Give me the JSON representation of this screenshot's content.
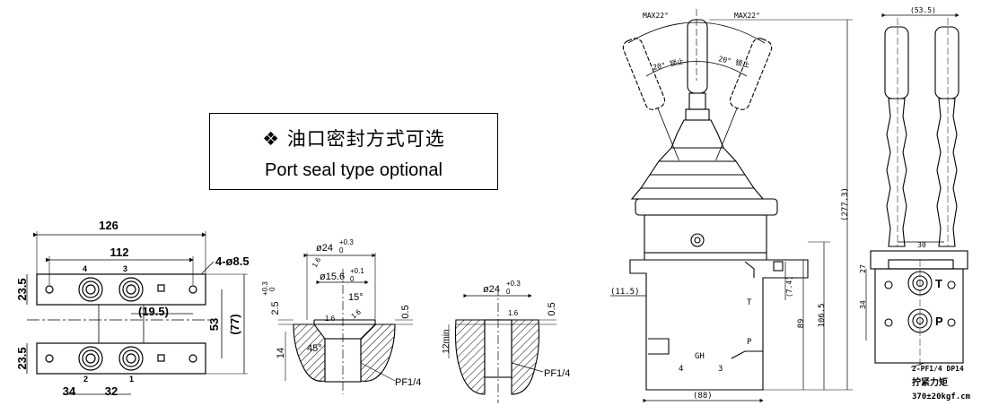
{
  "note": {
    "bullet": "❖",
    "cn": "油口密封方式可选",
    "en": "Port seal type optional"
  },
  "plan_view": {
    "dim_overall": "126",
    "dim_holes": "112",
    "dim_hole_spec": "4-ø8.5",
    "dim_top_h": "23.5",
    "dim_bot_h": "23.5",
    "dim_offset": "(19.5)",
    "dim_center": "53",
    "dim_total_h": "(77)",
    "dim_left": "34",
    "dim_mid": "32",
    "port_labels": [
      "4",
      "3",
      "2",
      "1"
    ]
  },
  "section_a": {
    "dia_outer": "ø24",
    "dia_outer_tol_top": "+0.3",
    "dia_outer_tol_bot": "0",
    "dia_inner": "ø15.6",
    "dia_inner_tol_top": "+0.1",
    "dia_inner_tol_bot": "0",
    "angle_top": "15°",
    "depth": "2.5",
    "depth_tol_top": "+0.3",
    "depth_tol_bot": "0",
    "roughness_1": "1.6",
    "roughness_2": "1.6",
    "roughness_3": "1.6",
    "dim_right": "0.5",
    "angle_bottom": "45°",
    "height": "14",
    "thread": "PF1/4"
  },
  "section_b": {
    "dia_outer": "ø24",
    "dia_outer_tol_top": "+0.3",
    "dia_outer_tol_bot": "0",
    "roughness": "1.6",
    "dim_right": "0.5",
    "min_depth": "12min",
    "thread": "PF1/4"
  },
  "side_view": {
    "angle_left": "MAX22°",
    "angle_right": "MAX22°",
    "detent_left": "20° 锁止",
    "detent_right": "20° 锁止",
    "dim_total_h": "(277.3)",
    "dim_body_h": "106.5",
    "dim_mid_h": "89",
    "dim_small": "(7.4)",
    "dim_left": "(11.5)",
    "dim_width": "(88)",
    "port_t": "T",
    "port_p": "P",
    "port_gh": "GH",
    "port_4": "4",
    "port_3": "3"
  },
  "front_view": {
    "dim_top": "(53.5)",
    "dim_30": "30",
    "dim_27": "27",
    "dim_34": "34",
    "port_t": "T",
    "port_p": "P",
    "thread_spec": "2-PF1/4 DP14",
    "torque_label": "拧紧力矩",
    "torque_value": "370±20kgf.cm"
  }
}
